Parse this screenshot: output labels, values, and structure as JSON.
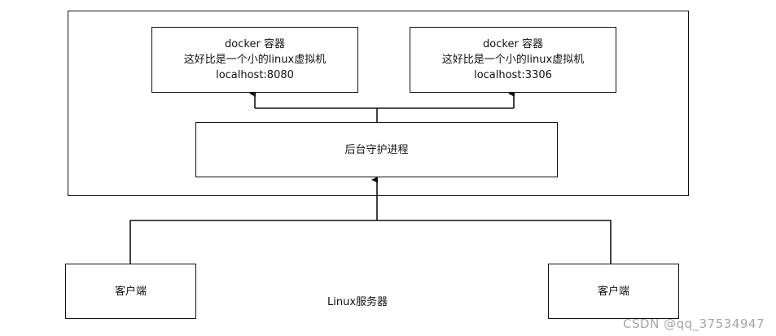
{
  "server_label": "Linux服务器",
  "containers": [
    {
      "title": "docker 容器",
      "desc": "这好比是一个小的linux虚拟机",
      "address": "localhost:8080"
    },
    {
      "title": "docker 容器",
      "desc": "这好比是一个小的linux虚拟机",
      "address": "localhost:3306"
    }
  ],
  "daemon_label": "后台守护进程",
  "clients": [
    "客户端",
    "客户端"
  ],
  "watermark": "CSDN @qq_37534947"
}
